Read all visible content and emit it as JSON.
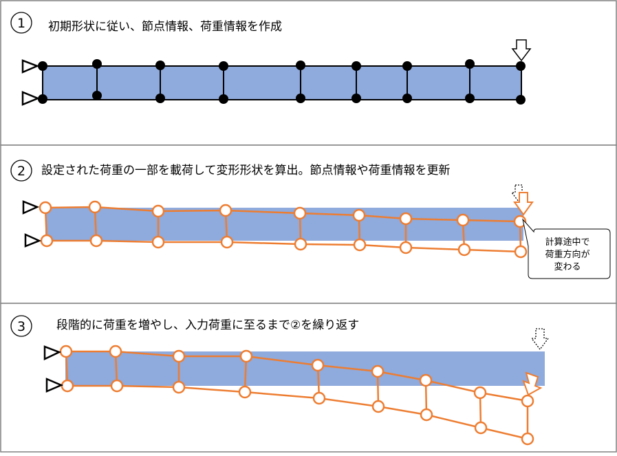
{
  "steps": [
    {
      "number": "1",
      "caption": "初期形状に従い、節点情報、荷重情報を作成"
    },
    {
      "number": "2",
      "caption": "設定された荷重の一部を載荷して変形形状を算出。節点情報や荷重情報を更新"
    },
    {
      "number": "3",
      "caption": "段階的に荷重を増やし、入力荷重に至るまで②を繰り返す"
    }
  ],
  "callout": {
    "lines": [
      "計算途中で",
      "荷重方向が",
      "変わる"
    ]
  },
  "colors": {
    "beam_fill": "#8faadc",
    "deformed_stroke": "#ed7d31",
    "border": "#808080",
    "node_black": "#000000"
  }
}
